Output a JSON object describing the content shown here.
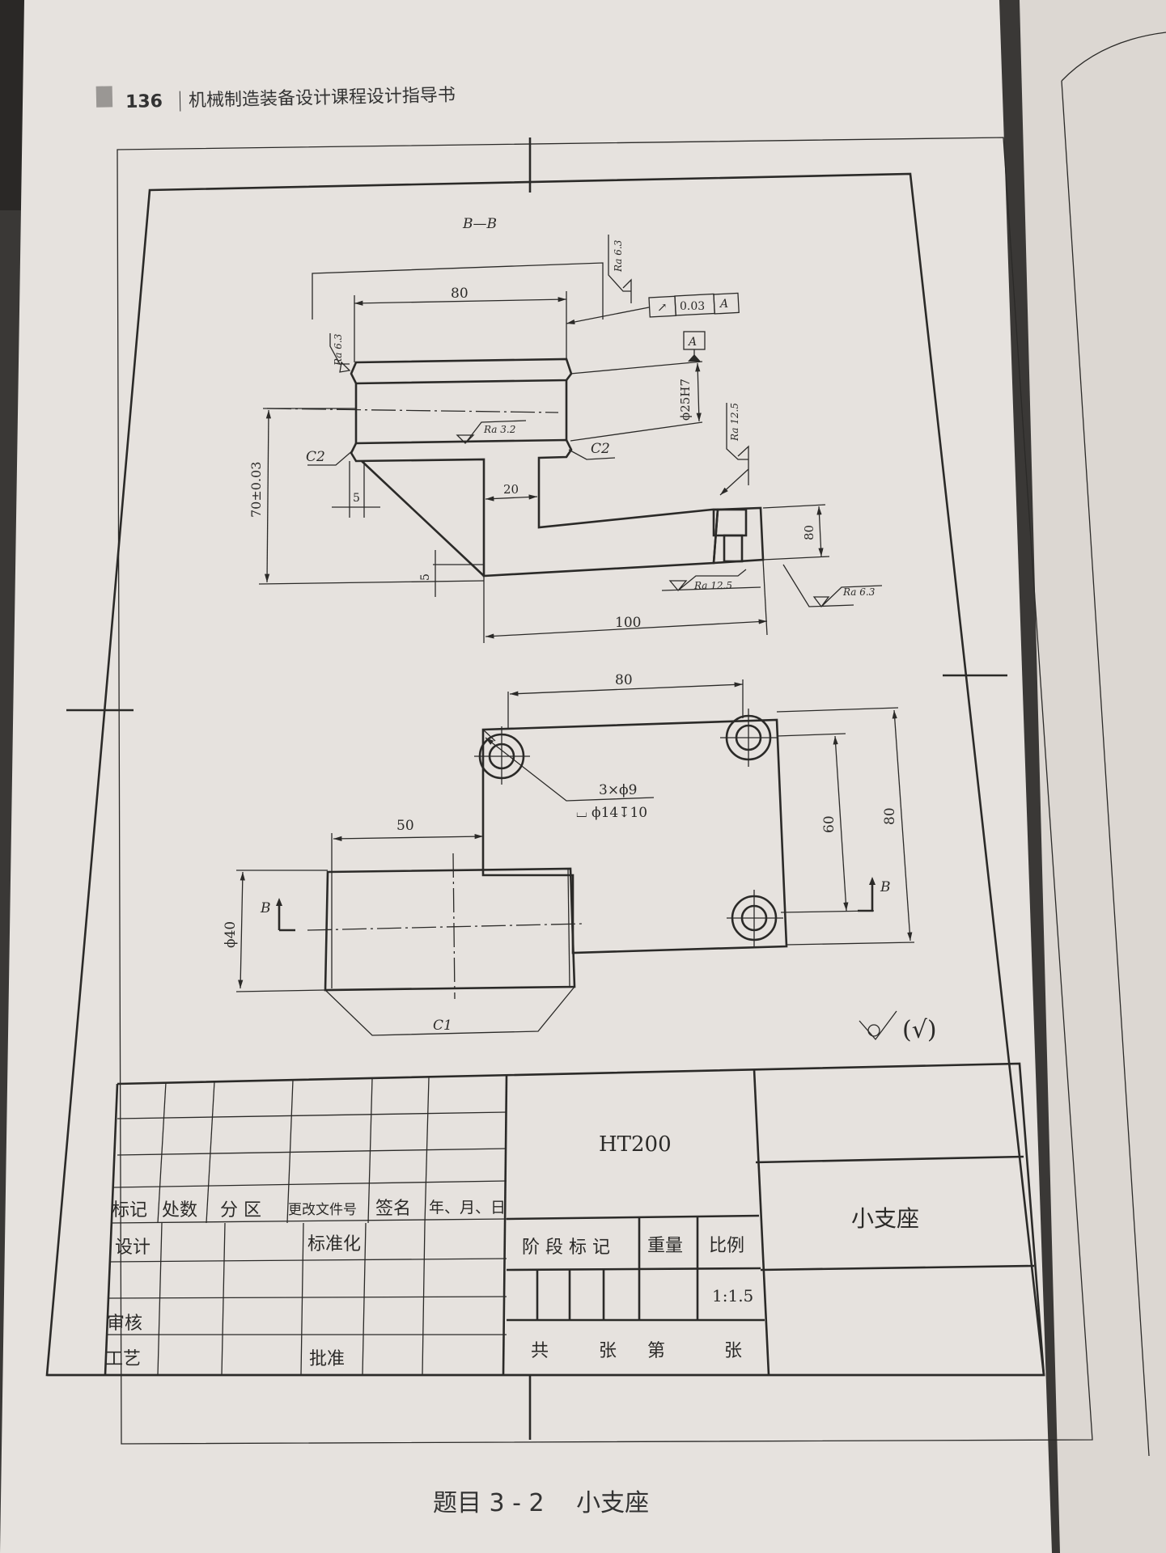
{
  "header": {
    "page_number": "136",
    "book_title": "机械制造装备设计课程设计指导书"
  },
  "drawing": {
    "section_label": "B—B",
    "dimensions": {
      "top_width": "80",
      "bore": "ϕ25H7",
      "height_tol": "70±0.03",
      "chamfer_left": "C2",
      "chamfer_right": "C2",
      "offset_5_horizontal": "5",
      "offset_5_vertical": "5",
      "web_thickness": "20",
      "base_length": "100",
      "base_height": "80",
      "plan_width": "80",
      "plan_left": "50",
      "hole_spacing": "60",
      "plan_height": "80",
      "boss_diameter": "ϕ40",
      "chamfer_bottom": "C1",
      "hole_callout_line1": "3×ϕ9",
      "hole_callout_line2": "⌴ ϕ14↧10"
    },
    "roughness": {
      "top_left": "Ra 6.3",
      "top_right": "Ra 6.3",
      "bore": "Ra 3.2",
      "right_side": "Ra 12.5",
      "base_hole": "Ra 12.5",
      "base_bottom": "Ra 6.3",
      "general": "(√)"
    },
    "tolerance_frame": {
      "symbol": "↗",
      "value": "0.03",
      "datum": "A"
    },
    "datum_label": "A",
    "section_marker": "B"
  },
  "title_block": {
    "material": "HT200",
    "part_name": "小支座",
    "scale": "1:1.5",
    "revision_headers": [
      "标记",
      "处数",
      "分 区",
      "更改文件号",
      "签名",
      "年、月、日"
    ],
    "roles": {
      "design": "设计",
      "standardization": "标准化",
      "review": "审核",
      "process": "工艺",
      "approval": "批准"
    },
    "stage_mark": "阶 段 标 记",
    "weight": "重量",
    "ratio": "比例",
    "sheets": [
      "共",
      "张",
      "第",
      "张"
    ]
  },
  "caption": {
    "label": "题目 3 - 2",
    "name": "小支座"
  }
}
